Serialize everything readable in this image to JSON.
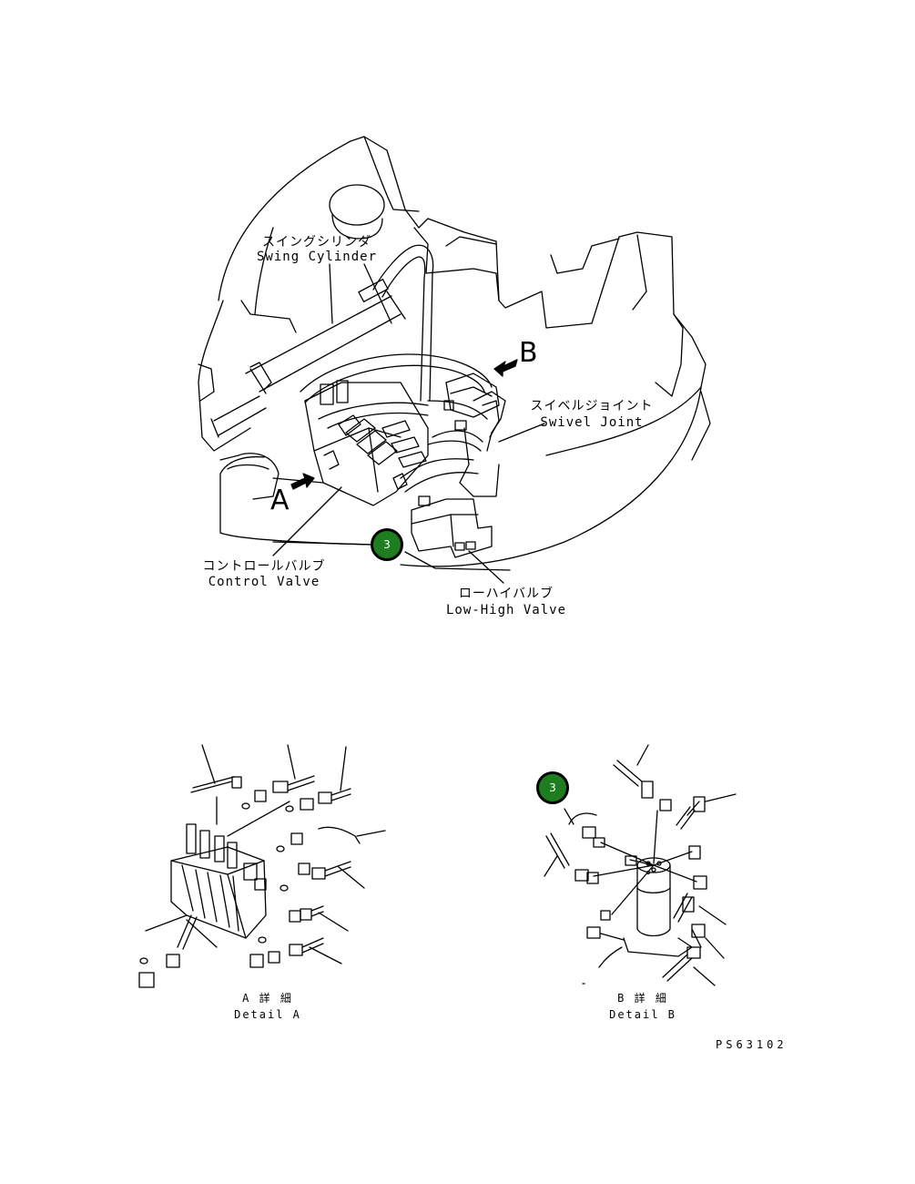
{
  "main_view": {
    "swing_cylinder": {
      "jp": "スイングシリンダ",
      "en": "Swing Cylinder"
    },
    "swivel_joint": {
      "jp": "スイベルジョイント",
      "en": "Swivel Joint"
    },
    "control_valve": {
      "jp": "コントロールバルブ",
      "en": "Control Valve"
    },
    "low_high_valve": {
      "jp": "ローハイバルブ",
      "en": "Low-High Valve"
    },
    "view_a": "A",
    "view_b": "B",
    "callout": "3",
    "callout_color": "#1e7d1e"
  },
  "detail_a": {
    "jp": "A 詳 細",
    "en": "Detail A"
  },
  "detail_b": {
    "jp": "B 詳 細",
    "en": "Detail B",
    "callout": "3"
  },
  "drawing_number": "PS63102"
}
